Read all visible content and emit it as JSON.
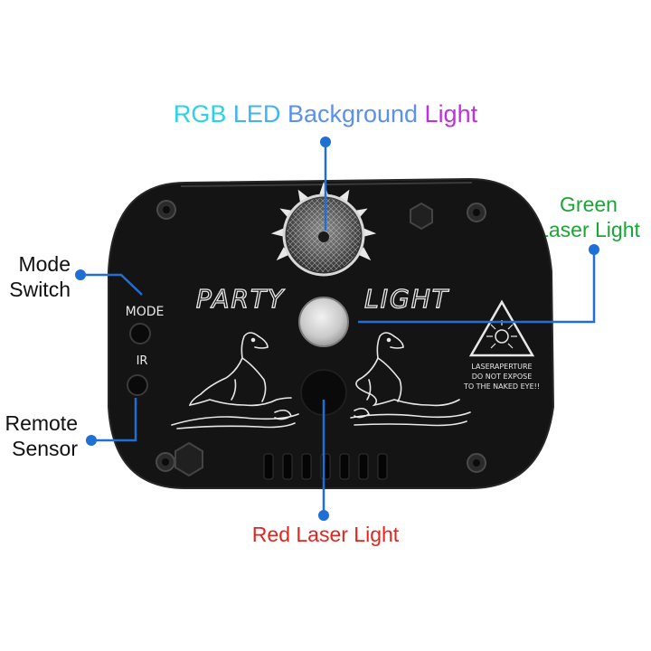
{
  "header": {
    "title_segments": [
      {
        "text": "RGB ",
        "color": "#29d2e6"
      },
      {
        "text": "LED ",
        "color": "#3fb4f0"
      },
      {
        "text": "Background ",
        "color": "#5b8ff0"
      },
      {
        "text": "Light",
        "color": "#c030e0"
      }
    ]
  },
  "callouts": {
    "green_laser": {
      "line1": "Green",
      "line2": "Laser Light",
      "color": "#1aa637"
    },
    "mode_switch": {
      "line1": "Mode",
      "line2": "Switch"
    },
    "remote_sensor": {
      "line1": "Remote",
      "line2": "Sensor"
    },
    "red_laser": {
      "text": "Red Laser Light",
      "color": "#e0261f"
    }
  },
  "device": {
    "brand_left": "PARTY",
    "brand_right": "LIGHT",
    "button_label_mode": "MODE",
    "button_label_ir": "IR",
    "warning_line1": "LASERAPERTURE",
    "warning_line2": "DO NOT EXPOSE",
    "warning_line3": "TO THE NAKED EYE!!"
  },
  "colors": {
    "leader_line": "#1f6fd6",
    "device_body": "#141414",
    "engraving": "#e8e8e8"
  }
}
